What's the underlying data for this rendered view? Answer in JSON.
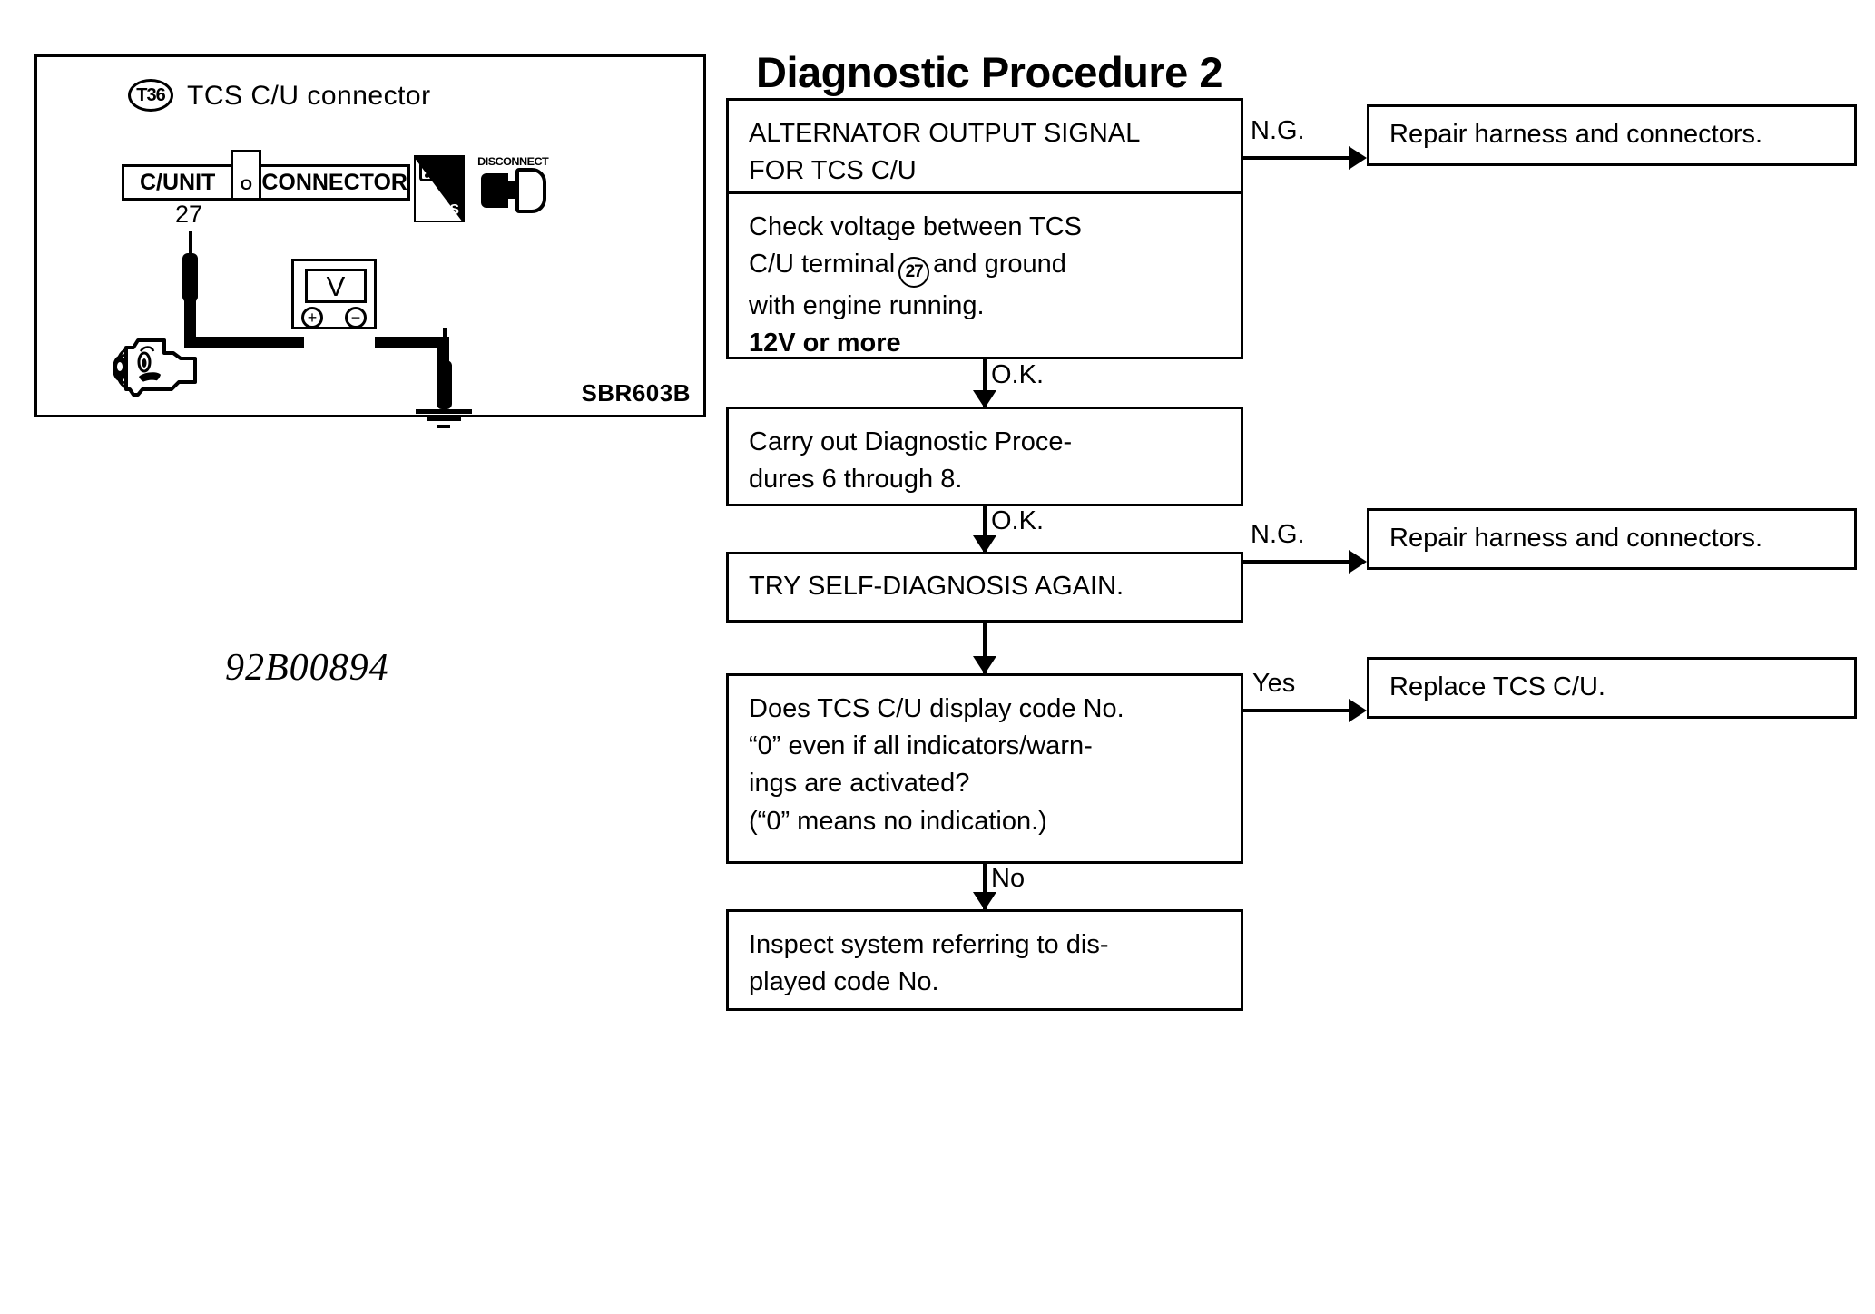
{
  "page": {
    "title": "Diagnostic Procedure 2",
    "figure_number": "92B00894"
  },
  "illustration": {
    "connector_badge": "T36",
    "connector_title": "TCS C/U connector",
    "connector_bar": {
      "left_label": "C/UNIT",
      "middle_label": "O",
      "right_label": "CONNECTOR"
    },
    "ts_badge_label": "TS",
    "disconnect_label": "DISCONNECT",
    "terminal_number": "27",
    "meter_symbol": "V",
    "meter_plus": "+",
    "meter_minus": "−",
    "figure_code": "SBR603B"
  },
  "flow": {
    "step1": {
      "header_lines": [
        "ALTERNATOR OUTPUT SIGNAL",
        "FOR TCS C/U"
      ],
      "body_line1": "Check voltage between TCS",
      "body_line2_before": "C/U terminal",
      "body_line2_circle": "27",
      "body_line2_after": "and ground",
      "body_line3": "with engine running.",
      "body_line4_bold": "12V or more"
    },
    "step2": {
      "lines": [
        "Carry out Diagnostic Proce-",
        "dures 6 through 8."
      ]
    },
    "step3": {
      "lines": [
        "TRY SELF-DIAGNOSIS AGAIN."
      ]
    },
    "step4": {
      "lines": [
        "Does TCS C/U display code No.",
        "“0” even if all indicators/warn-",
        "ings are activated?",
        "(“0” means no indication.)"
      ]
    },
    "step5": {
      "lines": [
        "Inspect system referring to dis-",
        "played code No."
      ]
    },
    "outcome1": {
      "text": "Repair harness and connectors."
    },
    "outcome2": {
      "text": "Repair harness and connectors."
    },
    "outcome3": {
      "text": "Replace TCS C/U."
    },
    "labels": {
      "ng1": "N.G.",
      "ng2": "N.G.",
      "ok1": "O.K.",
      "ok2": "O.K.",
      "yes": "Yes",
      "no": "No"
    }
  }
}
